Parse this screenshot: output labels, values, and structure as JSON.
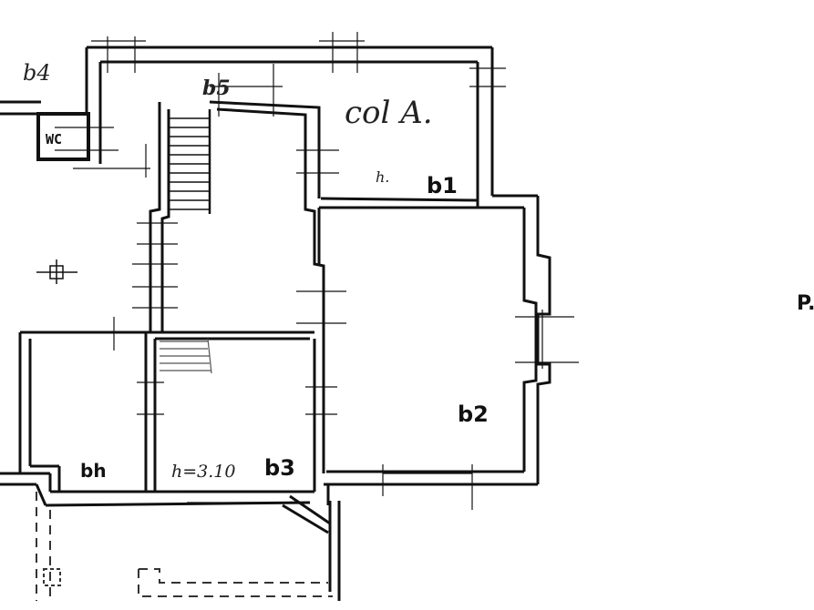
{
  "labels": {
    "b4": "b4",
    "b5": "b5",
    "wc": "WC",
    "b1": "b1",
    "b2": "b2",
    "b3": "b3",
    "bh": "bh",
    "h_value": "h=3.10",
    "h_small": "h.",
    "hand_note": "col A.",
    "edge_letter": "P."
  },
  "colors": {
    "ink": "#111111",
    "paper": "#ffffff",
    "faint": "#888888"
  }
}
